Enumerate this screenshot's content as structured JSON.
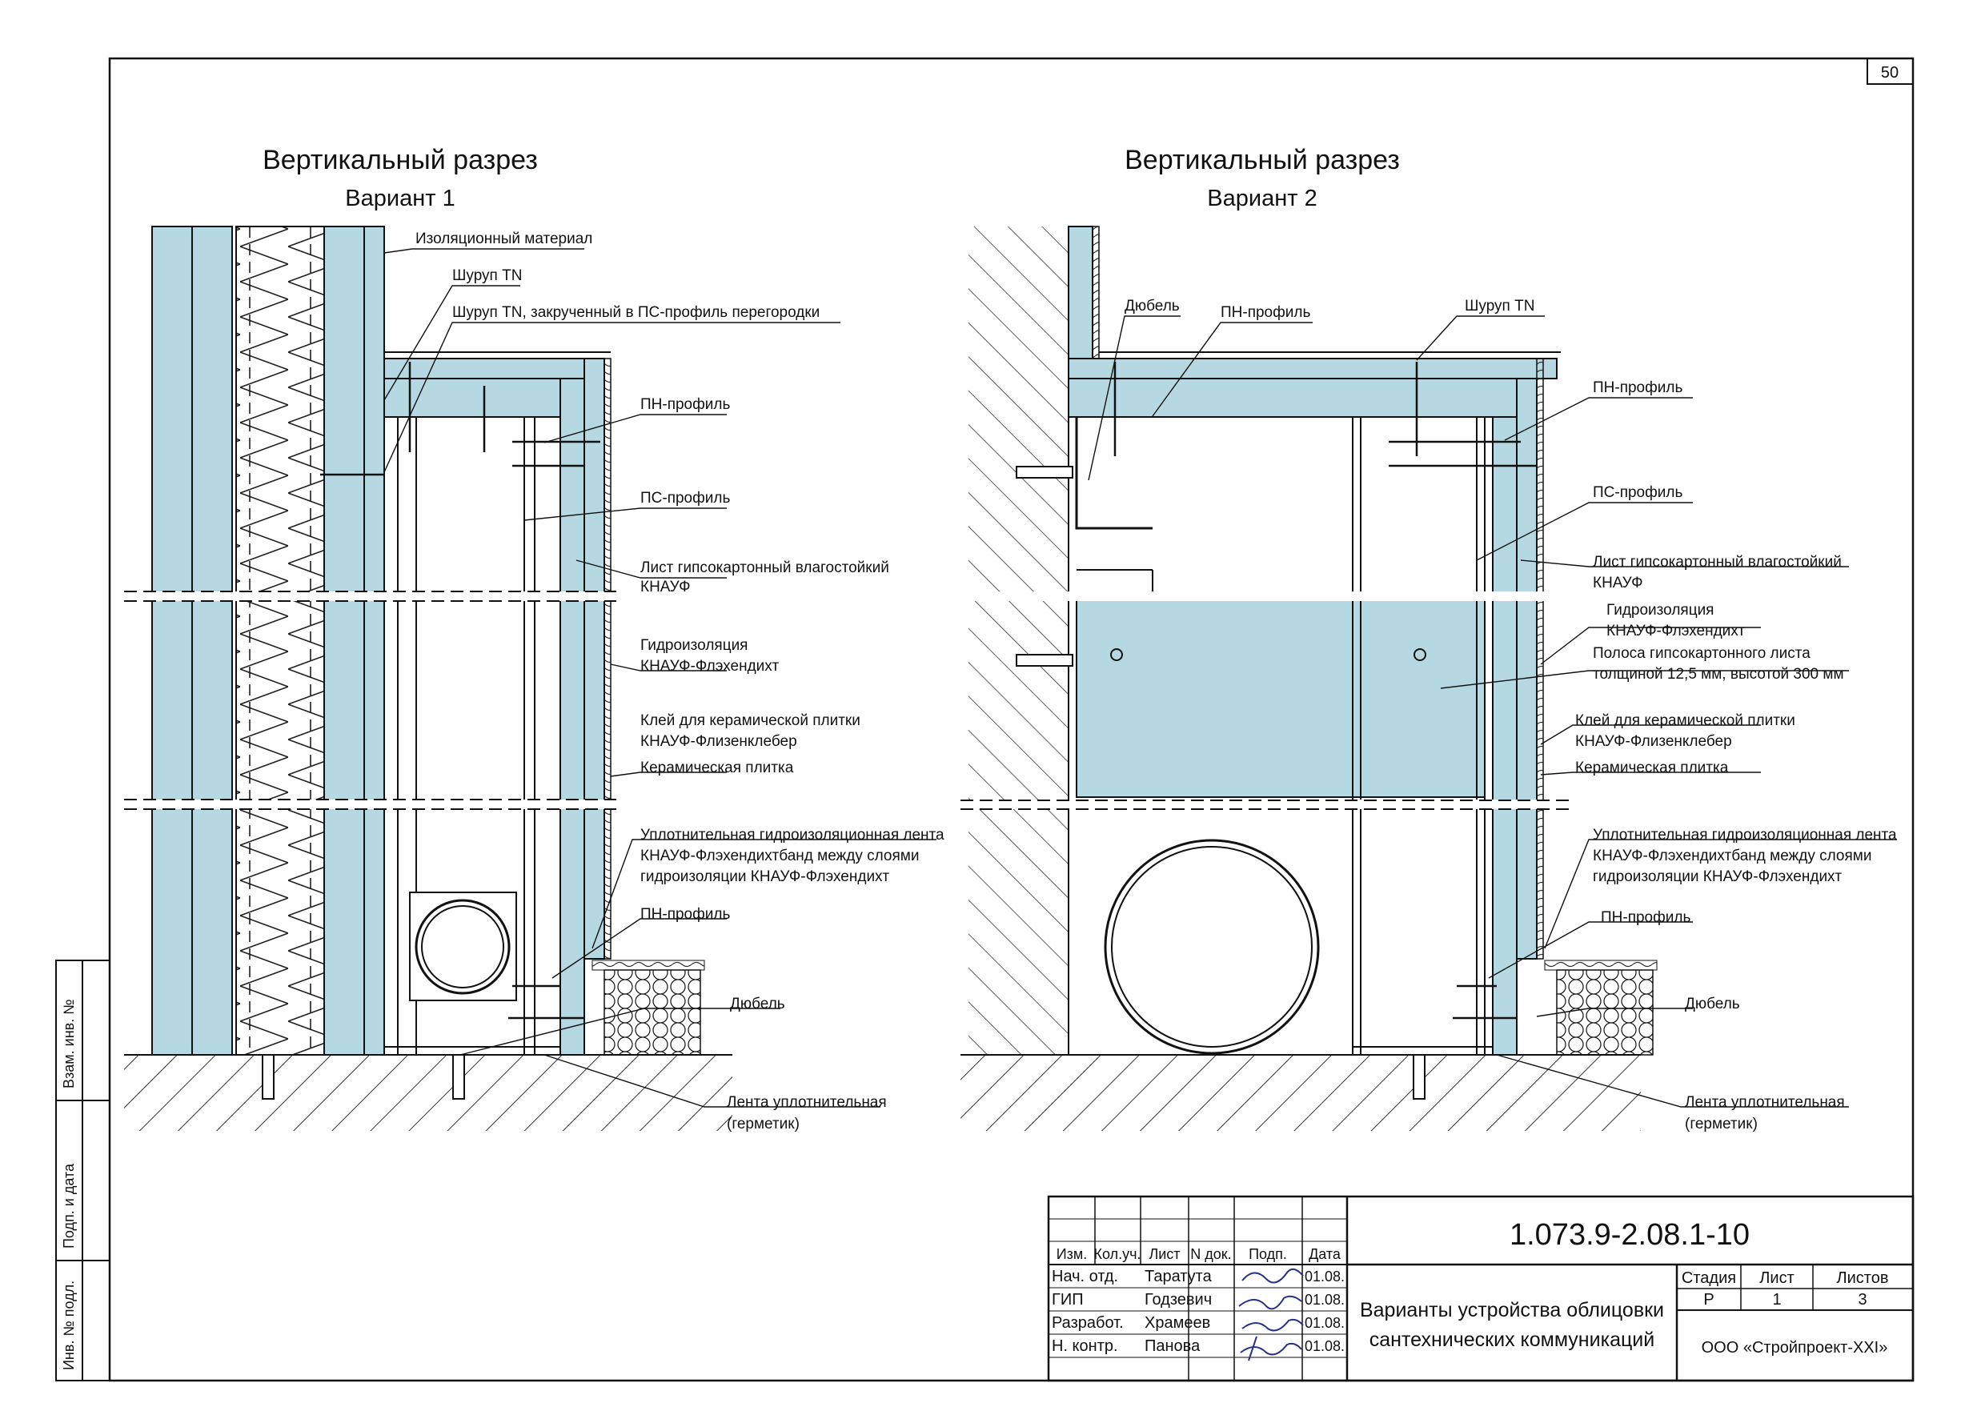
{
  "sheet": {
    "number": "50"
  },
  "variant1": {
    "title": "Вертикальный разрез",
    "subtitle": "Вариант 1",
    "labels": {
      "insulation": "Изоляционный материал",
      "screw": "Шуруп TN",
      "screw_ps": "Шуруп TN, закрученный в ПС-профиль перегородки",
      "pn_top": "ПН-профиль",
      "ps": "ПС-профиль",
      "gkl_1": "Лист гипсокартонный влагостойкий",
      "gkl_2": "КНАУФ",
      "hydro_1": "Гидроизоляция",
      "hydro_2": "КНАУФ-Флэхендихт",
      "glue_1": "Клей для керамической плитки",
      "glue_2": "КНАУФ-Флизенклебер",
      "tile": "Керамическая плитка",
      "tape_1": "Уплотнительная гидроизоляционная лента",
      "tape_2": "КНАУФ-Флэхендихтбанд между слоями",
      "tape_3": "гидроизоляции КНАУФ-Флэхендихт",
      "pn_bottom": "ПН-профиль",
      "dowel": "Дюбель",
      "seal_1": "Лента уплотнительная",
      "seal_2": "(герметик)"
    }
  },
  "variant2": {
    "title": "Вертикальный разрез",
    "subtitle": "Вариант 2",
    "labels": {
      "dowel_top": "Дюбель",
      "pn_top_left": "ПН-профиль",
      "screw": "Шуруп TN",
      "pn_top": "ПН-профиль",
      "ps": "ПС-профиль",
      "gkl_1": "Лист гипсокартонный влагостойкий",
      "gkl_2": "КНАУФ",
      "hydro_1": "Гидроизоляция",
      "hydro_2": "КНАУФ-Флэхендихт",
      "strip_1": "Полоса гипсокартонного листа",
      "strip_2": "толщиной 12,5 мм, высотой 300 мм",
      "glue_1": "Клей для керамической плитки",
      "glue_2": "КНАУФ-Флизенклебер",
      "tile": "Керамическая плитка",
      "tape_1": "Уплотнительная гидроизоляционная лента",
      "tape_2": "КНАУФ-Флэхендихтбанд между слоями",
      "tape_3": "гидроизоляции КНАУФ-Флэхендихт",
      "pn_bottom": "ПН-профиль",
      "dowel": "Дюбель",
      "seal_1": "Лента уплотнительная",
      "seal_2": "(герметик)"
    }
  },
  "side_stamp": {
    "vzam": "Взам. инв. №",
    "podp": "Подп. и дата",
    "inv": "Инв. № подл."
  },
  "title_block": {
    "code": "1.073.9-2.08.1-10",
    "headers": [
      "Изм.",
      "Кол.уч.",
      "Лист",
      "N док.",
      "Подп.",
      "Дата"
    ],
    "rows": [
      {
        "role": "Нач. отд.",
        "name": "Таратута",
        "date": "01.08."
      },
      {
        "role": "ГИП",
        "name": "Годзевич",
        "date": "01.08."
      },
      {
        "role": "Разработ.",
        "name": "Храмеев",
        "date": "01.08."
      },
      {
        "role": "Н. контр.",
        "name": "Панова",
        "date": "01.08."
      }
    ],
    "description_1": "Варианты устройства облицовки",
    "description_2": "сантехнических коммуникаций",
    "stage_header": "Стадия",
    "sheet_header": "Лист",
    "sheets_header": "Листов",
    "stage": "Р",
    "sheet": "1",
    "sheets": "3",
    "org": "ООО «Стройпроект-XXI»"
  },
  "colors": {
    "board": "#b5d8e2",
    "line": "#111111",
    "hatch": "#333333"
  }
}
